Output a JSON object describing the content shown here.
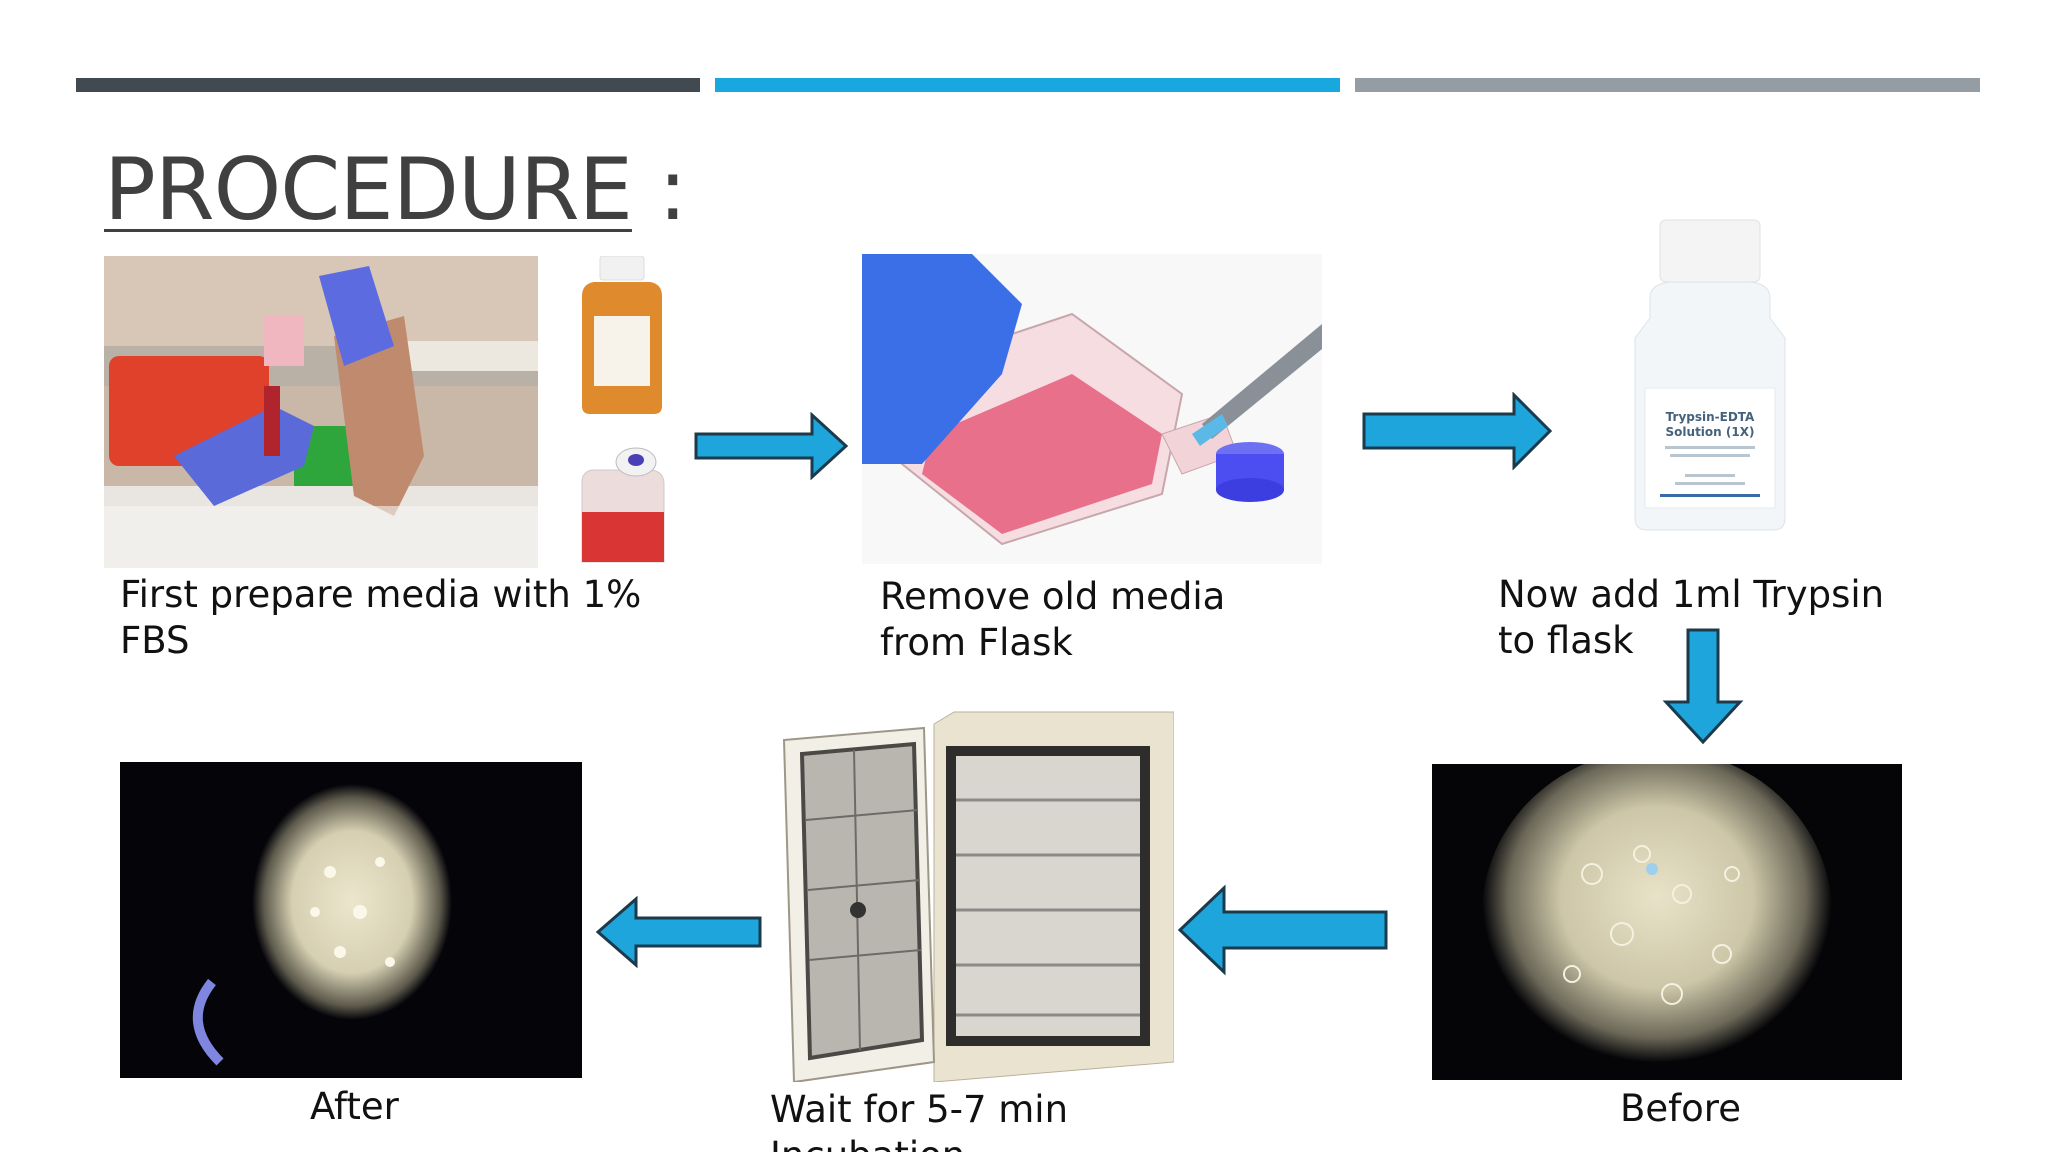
{
  "header_bars": [
    {
      "color": "#414a51"
    },
    {
      "color": "#18a7de"
    },
    {
      "color": "#949ca4"
    }
  ],
  "title": {
    "word": "PROCEDURE",
    "suffix": " :"
  },
  "steps": {
    "prepare": {
      "line1": "First prepare media with 1%",
      "line2": "FBS"
    },
    "remove": {
      "line1": "Remove old media",
      "line2": "from Flask"
    },
    "trypsin": {
      "line1": "Now add 1ml Trypsin",
      "line2": "to flask"
    },
    "before": {
      "label": "Before"
    },
    "wait": {
      "line1": "Wait for 5-7 min",
      "line2": "Incubation"
    },
    "after": {
      "label": "After"
    }
  },
  "bottle_label": {
    "title1": "Trypsin-EDTA",
    "title2": "Solution (1X)"
  },
  "colors": {
    "arrow": "#1ea5db",
    "arrow_outline": "#1b3a4b",
    "text": "#111111",
    "title": "#404040"
  }
}
